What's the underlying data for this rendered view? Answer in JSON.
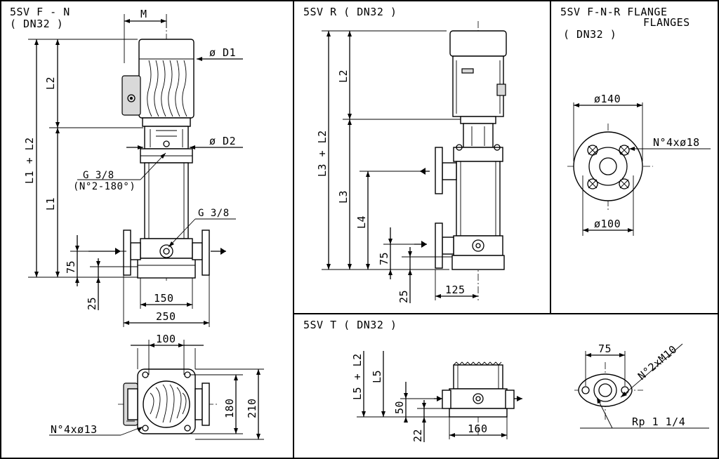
{
  "sheet": {
    "panels": {
      "f_n": {
        "title_line1": "5SV F - N",
        "title_line2": "( DN32 )",
        "labels": {
          "m": "M",
          "d1": "ø D1",
          "d2": "ø D2",
          "g38_top": "G 3/8",
          "g38_top_note": "(N°2-180°)",
          "g38_bottom": "G 3/8",
          "l2": "L2",
          "l1_plus_l2": "L1 + L2",
          "l1": "L1",
          "dim_75": "75",
          "dim_25": "25",
          "dim_150": "150",
          "dim_250": "250",
          "dim_100": "100",
          "dim_180": "180",
          "dim_210": "210",
          "holes": "N°4xø13"
        }
      },
      "r": {
        "title": "5SV R ( DN32 )",
        "labels": {
          "l2": "L2",
          "l3_plus_l2": "L3 + L2",
          "l3": "L3",
          "l4": "L4",
          "dim_75": "75",
          "dim_25": "25",
          "dim_125": "125"
        }
      },
      "flange": {
        "title_line1": "5SV F-N-R FLANGE",
        "title_line2": "FLANGES",
        "title_line3": "( DN32 )",
        "labels": {
          "dim_140": "ø140",
          "dim_100": "ø100",
          "holes": "N°4xø18"
        }
      },
      "t": {
        "title": "5SV T ( DN32 )",
        "labels": {
          "l5_plus_l2": "L5 + L2",
          "l5": "L5",
          "dim_50": "50",
          "dim_22": "22",
          "dim_160": "160",
          "dim_75": "75",
          "holes": "N°2xM10",
          "thread": "Rp 1 1/4"
        }
      }
    }
  }
}
